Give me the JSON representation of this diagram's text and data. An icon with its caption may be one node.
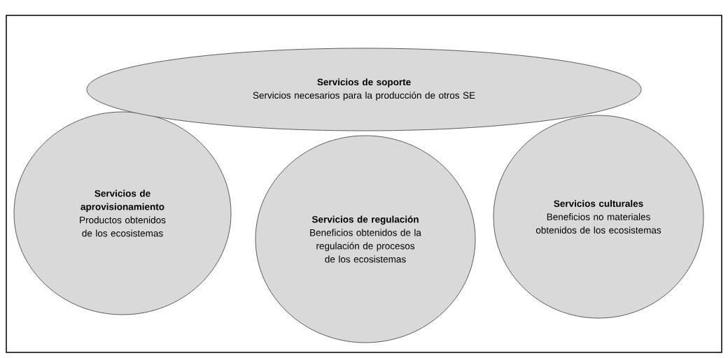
{
  "diagram": {
    "nodes": [
      {
        "text": [
          "Servicios de soporte",
          "Servicios necesarios para la producción de otros SE"
        ]
      },
      {
        "text": [
          "Servicios de aprovisionamiento",
          "Productos obtenidos de los ecosistemas"
        ]
      },
      {
        "text": [
          "Servicios de regulación",
          "Beneficios obtenidos de la regulación de procesos de los ecosistemas"
        ]
      },
      {
        "text": [
          "Servicios culturales",
          "Beneficios no materiales obtenidos de los ecosistemas"
        ]
      }
    ]
  }
}
